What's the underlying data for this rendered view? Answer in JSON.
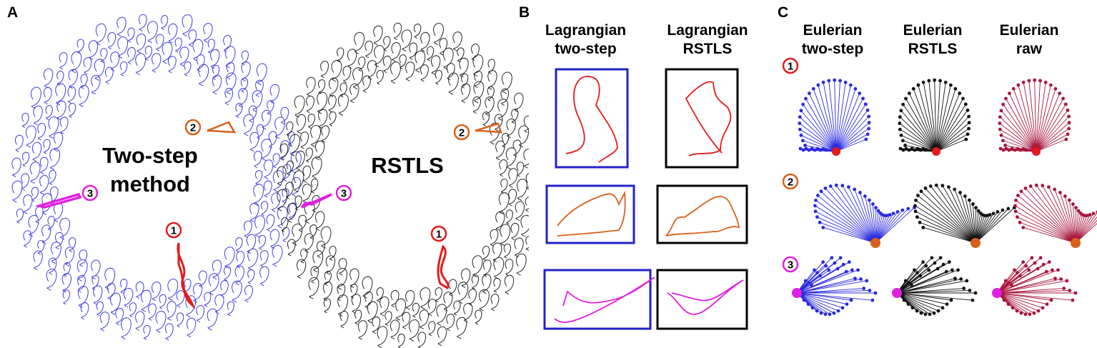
{
  "panels": {
    "a": {
      "letter": "A",
      "left_title": "Two-step\nmethod",
      "right_title": "RSTLS"
    },
    "b": {
      "letter": "B",
      "col1": "Lagrangian\ntwo-step",
      "col2": "Lagrangian\nRSTLS"
    },
    "c": {
      "letter": "C",
      "col1": "Eulerian\ntwo-step",
      "col2": "Eulerian\nRSTLS",
      "col3": "Eulerian\nraw"
    }
  },
  "markers": [
    {
      "label": "1",
      "color": "#e41a1c"
    },
    {
      "label": "2",
      "color": "#d9601a"
    },
    {
      "label": "3",
      "color": "#e020e0"
    }
  ],
  "colors": {
    "two_step": "#2a2ae0",
    "rstls": "#111111",
    "raw": "#a8163c",
    "box_two_step": "#2323c8",
    "box_rstls": "#000000"
  }
}
